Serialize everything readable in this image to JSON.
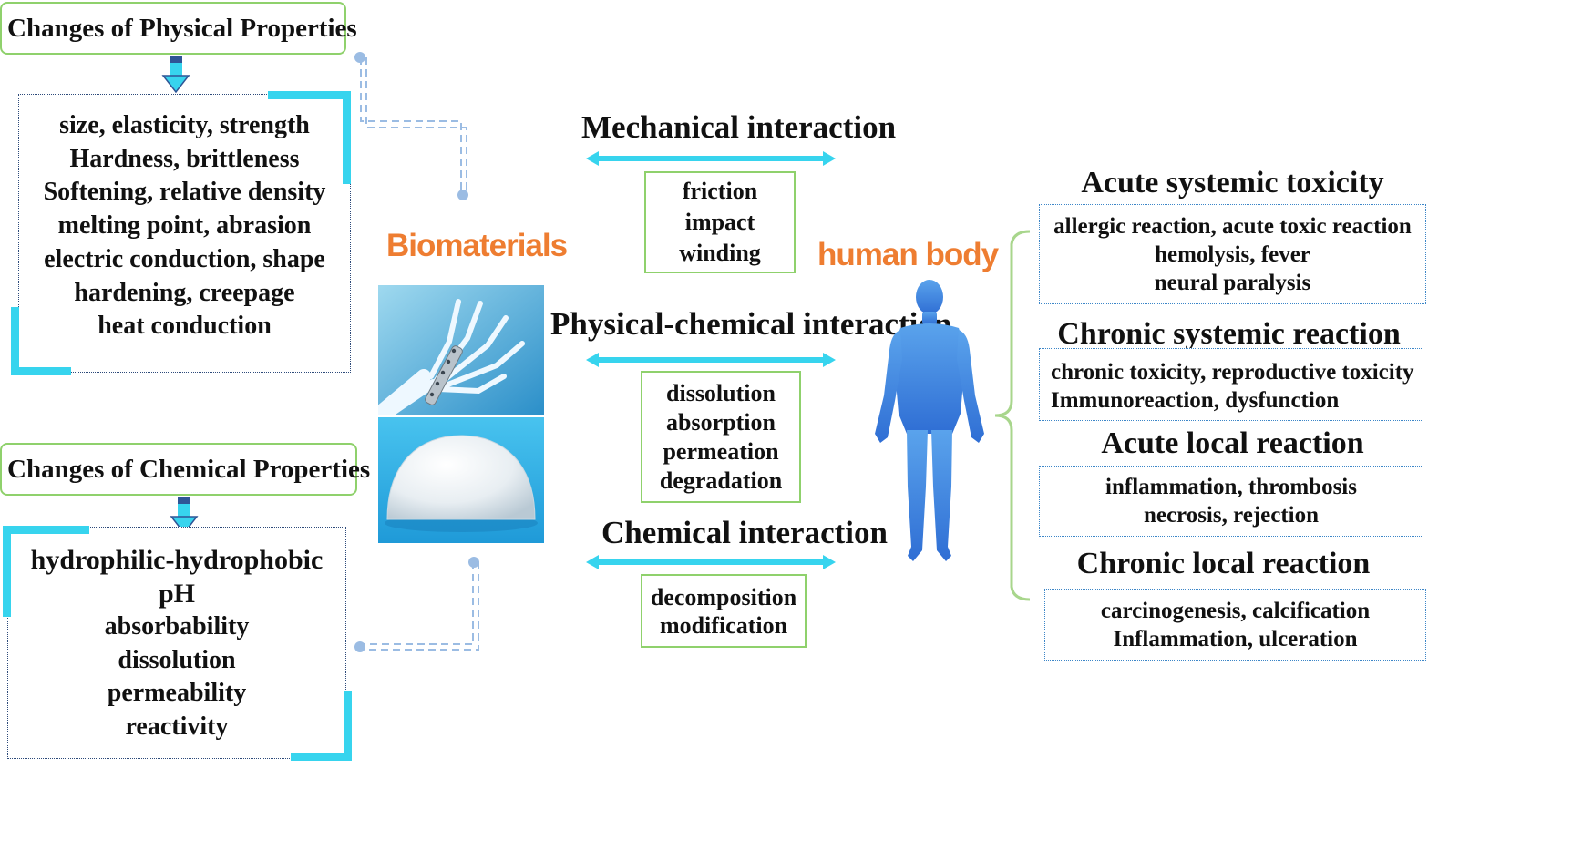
{
  "physical": {
    "title": "Changes of Physical Properties",
    "items": [
      "size, elasticity, strength",
      "Hardness, brittleness",
      "Softening, relative density",
      "melting point, abrasion",
      "electric conduction, shape",
      "hardening, creepage",
      "heat conduction"
    ]
  },
  "chemical": {
    "title": "Changes of Chemical Properties",
    "items": [
      "hydrophilic-hydrophobic",
      "pH",
      "absorbability",
      "dissolution",
      "permeability",
      "reactivity"
    ]
  },
  "center": {
    "biomaterials_label": "Biomaterials",
    "human_body_label": "human body",
    "interactions": [
      {
        "title": "Mechanical interaction",
        "items": [
          "friction",
          "impact",
          "winding"
        ]
      },
      {
        "title": "Physical-chemical interaction",
        "items": [
          "dissolution",
          "absorption",
          "permeation",
          "degradation"
        ]
      },
      {
        "title": "Chemical interaction",
        "items": [
          "decomposition",
          "modification"
        ]
      }
    ]
  },
  "reactions": [
    {
      "title": "Acute systemic toxicity",
      "items": [
        "allergic reaction, acute toxic reaction",
        "hemolysis, fever",
        "neural paralysis"
      ]
    },
    {
      "title": "Chronic systemic reaction",
      "items": [
        "chronic toxicity, reproductive toxicity",
        "Immunoreaction, dysfunction"
      ]
    },
    {
      "title": "Acute local reaction",
      "items": [
        "inflammation, thrombosis",
        "necrosis, rejection"
      ]
    },
    {
      "title": "Chronic local reaction",
      "items": [
        "carcinogenesis, calcification",
        "Inflammation, ulceration"
      ]
    }
  ],
  "colors": {
    "cyan": "#37d4ee",
    "green_border": "#8fd16c",
    "orange": "#ee7d31",
    "body_blue": "#3f8be0"
  }
}
